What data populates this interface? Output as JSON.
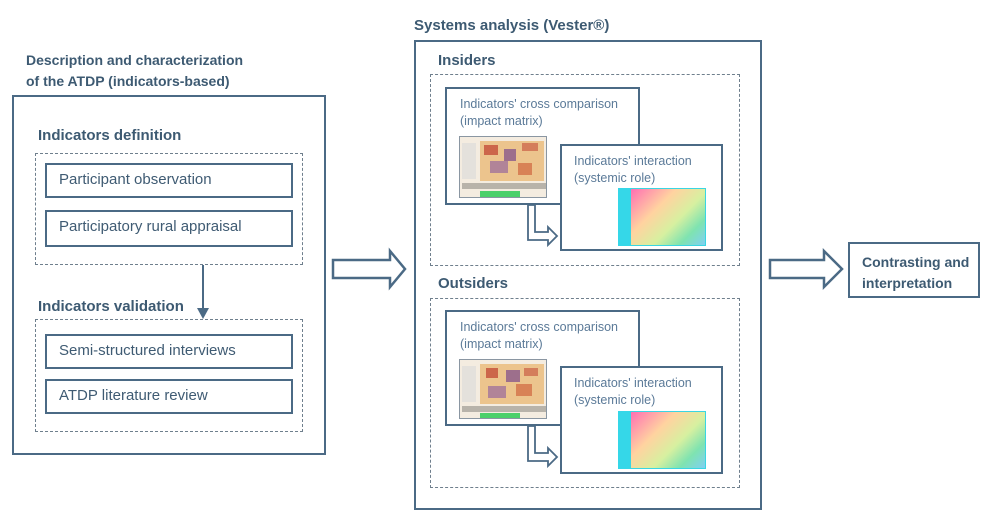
{
  "left_section": {
    "title_line1": "Description and characterization",
    "title_line2": "of the ATDP (indicators-based)",
    "definition": {
      "title": "Indicators definition",
      "items": [
        "Participant observation",
        "Participatory rural appraisal"
      ]
    },
    "validation": {
      "title": "Indicators validation",
      "items": [
        "Semi-structured interviews",
        "ATDP literature review"
      ]
    }
  },
  "middle_section": {
    "title": "Systems analysis (Vester®)",
    "groups": [
      {
        "title": "Insiders",
        "cross": {
          "line1": "Indicators' cross comparison",
          "line2": "(impact matrix)"
        },
        "interaction": {
          "line1": "Indicators' interaction",
          "line2": "(systemic role)"
        }
      },
      {
        "title": "Outsiders",
        "cross": {
          "line1": "Indicators' cross comparison",
          "line2": "(impact matrix)"
        },
        "interaction": {
          "line1": "Indicators' interaction",
          "line2": "(systemic role)"
        }
      }
    ]
  },
  "right_section": {
    "line1": "Contrasting and",
    "line2": "interpretation"
  },
  "colors": {
    "border": "#4b6a85",
    "title_text": "#3d5a72",
    "card_text": "#5b7a98",
    "dashed": "#6f7f8d"
  }
}
